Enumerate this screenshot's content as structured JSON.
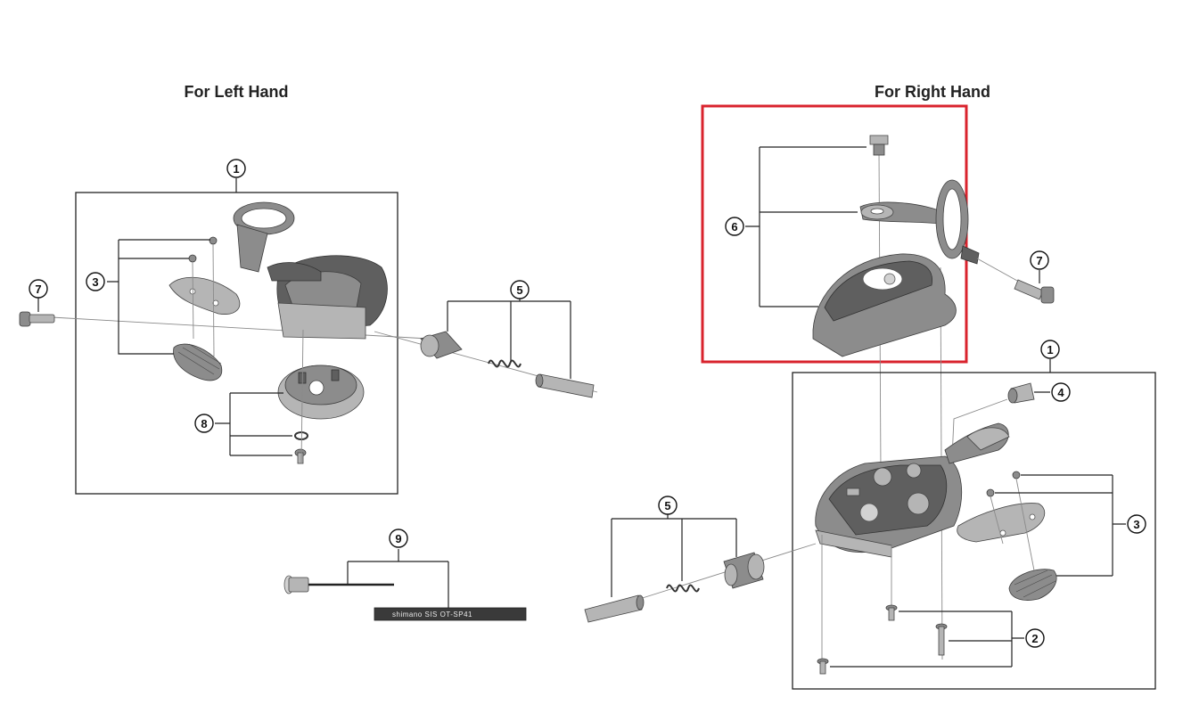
{
  "headings": {
    "left": "For Left Hand",
    "right": "For Right Hand"
  },
  "callouts": {
    "left_lever_assembly": "1",
    "left_lever_screws": "3",
    "left_clamp_bolt": "7",
    "left_spring_parts": "5",
    "left_base_set": "8",
    "cable_set": "9",
    "right_clamp_set": "6",
    "right_clamp_bolt": "7",
    "right_lever_assembly": "1",
    "right_cap_bolt": "4",
    "right_lever_screws": "3",
    "right_spring_parts": "5",
    "right_bottom_screws": "2"
  },
  "cable_print": "shimano SIS OT-SP41",
  "highlight_color": "#d9232d"
}
